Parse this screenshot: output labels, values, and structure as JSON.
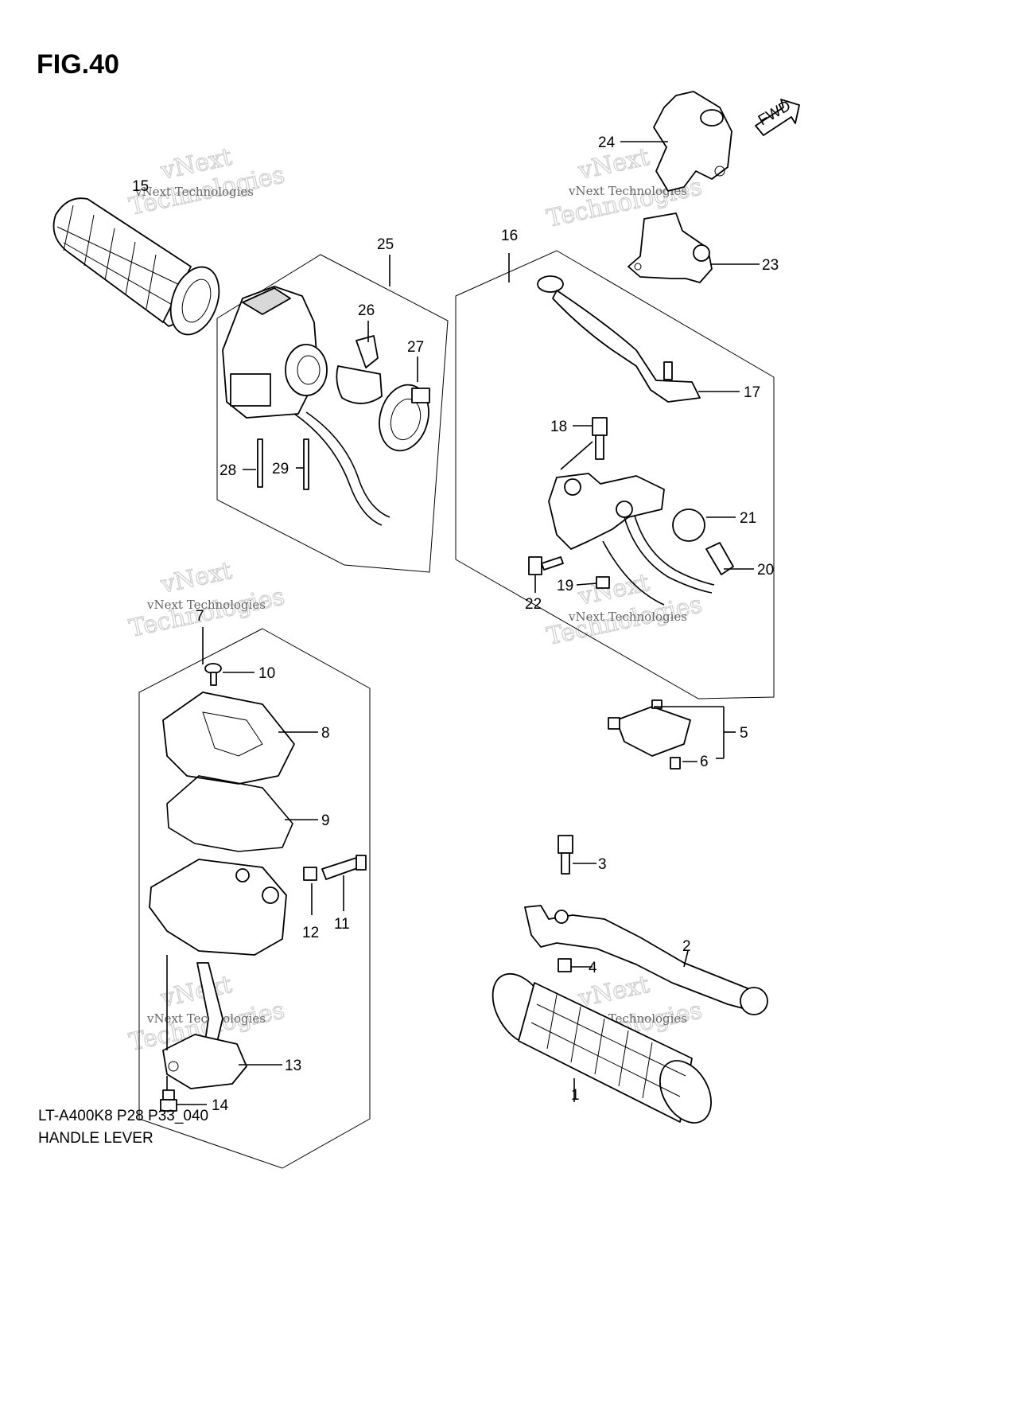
{
  "figure": {
    "title": "FIG.40",
    "model_code": "LT-A400K8 P28 P33_040",
    "name": "HANDLE LEVER"
  },
  "forward_label": "FWD",
  "watermark": {
    "line1": "vNext",
    "line2": "Technologies",
    "small": "vNext Technologies"
  },
  "callouts": [
    "1",
    "2",
    "3",
    "4",
    "5",
    "6",
    "7",
    "8",
    "9",
    "10",
    "11",
    "12",
    "13",
    "14",
    "15",
    "16",
    "17",
    "18",
    "19",
    "20",
    "21",
    "22",
    "23",
    "24",
    "25",
    "26",
    "27",
    "28",
    "29"
  ]
}
